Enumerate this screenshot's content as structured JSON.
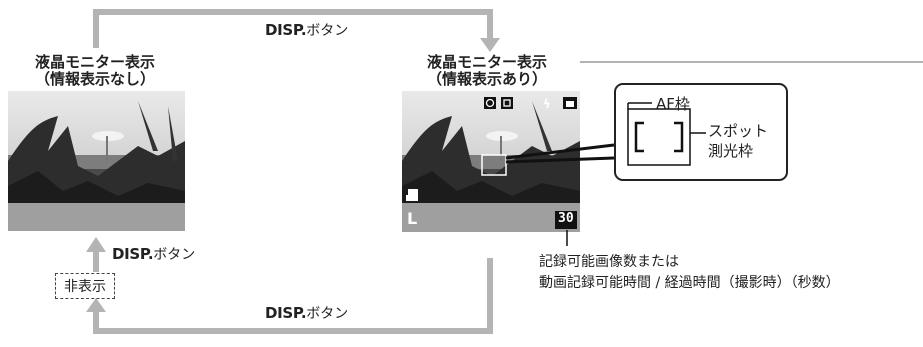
{
  "left_panel": {
    "title_line1": "液晶モニター表示",
    "title_line2": "（情報表示なし）"
  },
  "right_panel": {
    "title_line1": "液晶モニター表示",
    "title_line2": "（情報表示あり）"
  },
  "disp_button": {
    "key": "DISP.",
    "suffix": "ボタン"
  },
  "hidden_label": "非表示",
  "callout": {
    "af_frame": "AF枠",
    "spot_line1": "スポット",
    "spot_line2": "測光枠"
  },
  "lcd_overlay": {
    "shots_remaining": "30",
    "quality_letter": "L"
  },
  "note": {
    "line1": "記録可能画像数または",
    "line2": "動画記録可能時間 / 経過時間（撮影時）（秒数）"
  },
  "colors": {
    "arrow": "#b4b4b4",
    "line": "#999999",
    "text": "#222222"
  }
}
